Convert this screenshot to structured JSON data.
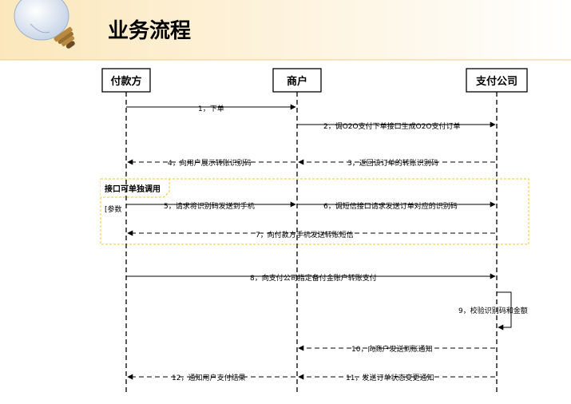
{
  "slide": {
    "title": "业务流程"
  },
  "colors": {
    "lifeline": "#000000",
    "fragment_border": "#f4c430",
    "header_band_start": "#fbe3b0",
    "header_band_end": "#ffffff"
  },
  "icons": {
    "header": "lightbulb-icon"
  },
  "participants": [
    {
      "id": "payer",
      "label": "付款方"
    },
    {
      "id": "merchant",
      "label": "商户"
    },
    {
      "id": "payco",
      "label": "支付公司"
    }
  ],
  "fragment": {
    "title": "接口可单独调用",
    "note": "[参数"
  },
  "messages": [
    {
      "from": "payer",
      "to": "merchant",
      "label": "1，下单",
      "style": "solid"
    },
    {
      "from": "merchant",
      "to": "payco",
      "label": "2，调O2O支付下单接口生成O2O支付订单",
      "style": "solid"
    },
    {
      "from": "merchant",
      "to": "payer",
      "label": "4，向用户展示转账识别码",
      "style": "dashed"
    },
    {
      "from": "payco",
      "to": "merchant",
      "label": "3，返回该订单的转账识别码",
      "style": "dashed"
    },
    {
      "from": "payer",
      "to": "merchant",
      "label": "5，请求将识别码发送到手机",
      "style": "solid"
    },
    {
      "from": "merchant",
      "to": "payco",
      "label": "6，调短信接口请求发送订单对应的识别码",
      "style": "solid"
    },
    {
      "from": "payco",
      "to": "payer",
      "label": "7，向付款方手机发送转账短信",
      "style": "dashed"
    },
    {
      "from": "payer",
      "to": "payco",
      "label": "8，向支付公司指定备付金账户转账支付",
      "style": "solid"
    },
    {
      "from": "payco",
      "to": "payco",
      "label": "9，校验识别码和金额",
      "style": "solid"
    },
    {
      "from": "payco",
      "to": "merchant",
      "label": "10，向商户发送到账通知",
      "style": "dashed"
    },
    {
      "from": "merchant",
      "to": "payer",
      "label": "12，通知用户支付结果",
      "style": "dashed"
    },
    {
      "from": "payco",
      "to": "merchant",
      "label": "11，发送订单状态变更通知",
      "style": "dashed"
    }
  ]
}
